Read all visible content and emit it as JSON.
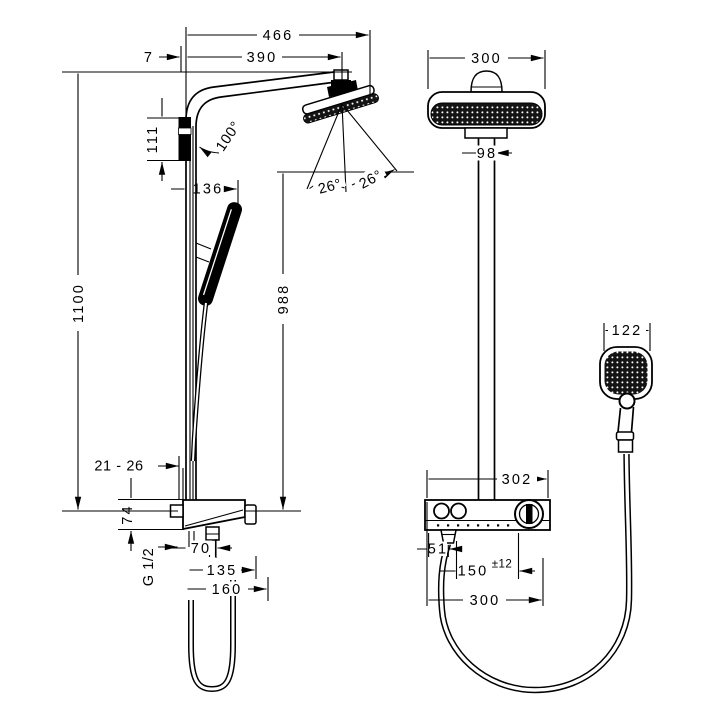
{
  "title": "shower-system-technical-drawing",
  "colors": {
    "background": "#ffffff",
    "line": "#000000"
  },
  "labels": {
    "left": {
      "overall_width": "466",
      "arm_length": "390",
      "wall_gap": "7",
      "arm_angle": "100°",
      "bracket_height": "111",
      "handshower_offset": "136",
      "total_height": "1100",
      "spray_height": "988",
      "spray_angle_left": "26°",
      "spray_angle_right": "26°",
      "tile_adjust": "21 - 26",
      "valve_height": "74",
      "thread_size": "G 1/2",
      "outlet_offset": "70",
      "valve_depth": "135",
      "total_depth": "160"
    },
    "right": {
      "head_width": "300",
      "connector_width": "98",
      "handshower_width": "122",
      "valve_width": "302",
      "outlet_offset": "51",
      "hose_offset": "150",
      "hose_tolerance": "±12",
      "valve_bottom_width": "300"
    }
  }
}
